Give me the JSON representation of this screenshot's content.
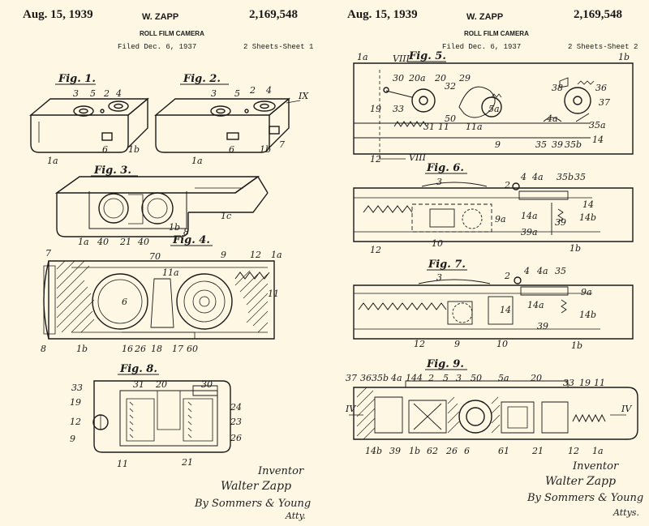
{
  "header": {
    "date": "Aug. 15, 1939",
    "inventor": "W. ZAPP",
    "patent_number": "2,169,548",
    "title": "ROLL FILM CAMERA",
    "filed": "Filed Dec. 6, 1937"
  },
  "sheets": [
    {
      "sheet_label": "2 Sheets-Sheet 1"
    },
    {
      "sheet_label": "2 Sheets-Sheet 2"
    }
  ],
  "figures": {
    "fig1": {
      "label": "Fig. 1.",
      "refs": [
        "3",
        "5",
        "2",
        "4",
        "6",
        "1b",
        "1a"
      ]
    },
    "fig2": {
      "label": "Fig. 2.",
      "refs": [
        "3",
        "5",
        "2",
        "4",
        "IX",
        "6",
        "1b",
        "7",
        "1a"
      ]
    },
    "fig3": {
      "label": "Fig. 3.",
      "refs": [
        "1c",
        "1b",
        "8",
        "1a",
        "40",
        "21",
        "40"
      ]
    },
    "fig4": {
      "label": "Fig. 4.",
      "refs": [
        "7",
        "70",
        "11a",
        "9",
        "12",
        "1a",
        "11",
        "6",
        "8",
        "1b",
        "16",
        "26",
        "18",
        "17",
        "60"
      ]
    },
    "fig8": {
      "label": "Fig. 8.",
      "refs": [
        "33",
        "31",
        "20",
        "30",
        "19",
        "24",
        "12",
        "23",
        "9",
        "26",
        "11",
        "21"
      ]
    },
    "fig5": {
      "label": "Fig. 5.",
      "refs": [
        "1a",
        "VIII",
        "1b",
        "30",
        "20a",
        "20",
        "29",
        "38",
        "36",
        "32",
        "5a",
        "37",
        "4a",
        "19",
        "33",
        "50",
        "35a",
        "31",
        "11",
        "11a",
        "9",
        "35",
        "39",
        "35b",
        "14",
        "12",
        "VIII"
      ]
    },
    "fig6": {
      "label": "Fig. 6.",
      "refs": [
        "3",
        "2",
        "4",
        "4a",
        "35b",
        "35",
        "14",
        "9a",
        "14a",
        "14b",
        "39a",
        "39",
        "12",
        "10",
        "1b"
      ]
    },
    "fig7": {
      "label": "Fig. 7.",
      "refs": [
        "3",
        "2",
        "4",
        "4a",
        "35",
        "9a",
        "14",
        "14a",
        "14b",
        "12",
        "9",
        "10",
        "39",
        "1b"
      ]
    },
    "fig9": {
      "label": "Fig. 9.",
      "refs": [
        "37",
        "36",
        "35b",
        "4a",
        "14",
        "4",
        "2",
        "5",
        "3",
        "50",
        "5a",
        "20",
        "33",
        "19",
        "11",
        "IV",
        "IV",
        "14b",
        "39",
        "1b",
        "62",
        "26",
        "6",
        "61",
        "21",
        "12",
        "1a"
      ]
    }
  },
  "signatures": [
    {
      "role": "Inventor",
      "name": "Walter Zapp",
      "by": "By Sommers & Young",
      "suffix": "Atty."
    },
    {
      "role": "Inventor",
      "name": "Walter Zapp",
      "by": "By Sommers & Young",
      "suffix": "Attys."
    }
  ]
}
